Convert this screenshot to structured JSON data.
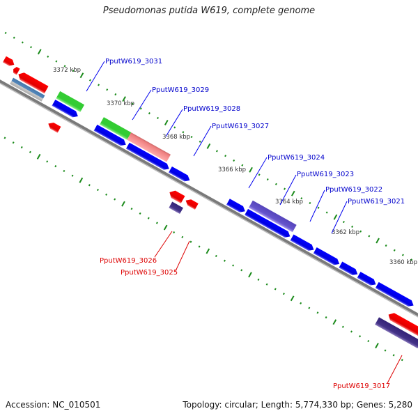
{
  "title": "Pseudomonas putida W619, complete genome",
  "footer": {
    "accession": "Accession: NC_010501",
    "summary": "Topology: circular; Length: 5,774,330 bp; Genes: 5,280"
  },
  "colors": {
    "backbone": "#808080",
    "tick": "#1a8a1a",
    "forward_cds": "#0000ee",
    "reverse_cds": "#ee0000",
    "green_feature": "#33cc33",
    "pink_feature": "#ee8080",
    "purple_feature": "#6655cc",
    "dark_purple_feature": "#443388",
    "steel_feature": "#4477aa",
    "forward_label": "#0000cc",
    "reverse_label": "#dd0000",
    "tick_label": "#333333"
  },
  "scale": {
    "unit": "kbp",
    "labels": [
      {
        "text": "3372 kbp",
        "kbp": 3372
      },
      {
        "text": "3370 kbp",
        "kbp": 3370
      },
      {
        "text": "3368 kbp",
        "kbp": 3368
      },
      {
        "text": "3366 kbp",
        "kbp": 3366
      },
      {
        "text": "3364 kbp",
        "kbp": 3364
      },
      {
        "text": "3362 kbp",
        "kbp": 3362
      },
      {
        "text": "3360 kbp",
        "kbp": 3360
      }
    ]
  },
  "gene_labels": [
    {
      "text": "PputW619_3031",
      "strand": "forward"
    },
    {
      "text": "PputW619_3029",
      "strand": "forward"
    },
    {
      "text": "PputW619_3028",
      "strand": "forward"
    },
    {
      "text": "PputW619_3027",
      "strand": "forward"
    },
    {
      "text": "PputW619_3024",
      "strand": "forward"
    },
    {
      "text": "PputW619_3023",
      "strand": "forward"
    },
    {
      "text": "PputW619_3022",
      "strand": "forward"
    },
    {
      "text": "PputW619_3021",
      "strand": "forward"
    },
    {
      "text": "PputW619_3026",
      "strand": "reverse"
    },
    {
      "text": "PputW619_3025",
      "strand": "reverse"
    },
    {
      "text": "PputW619_3017",
      "strand": "reverse"
    }
  ]
}
